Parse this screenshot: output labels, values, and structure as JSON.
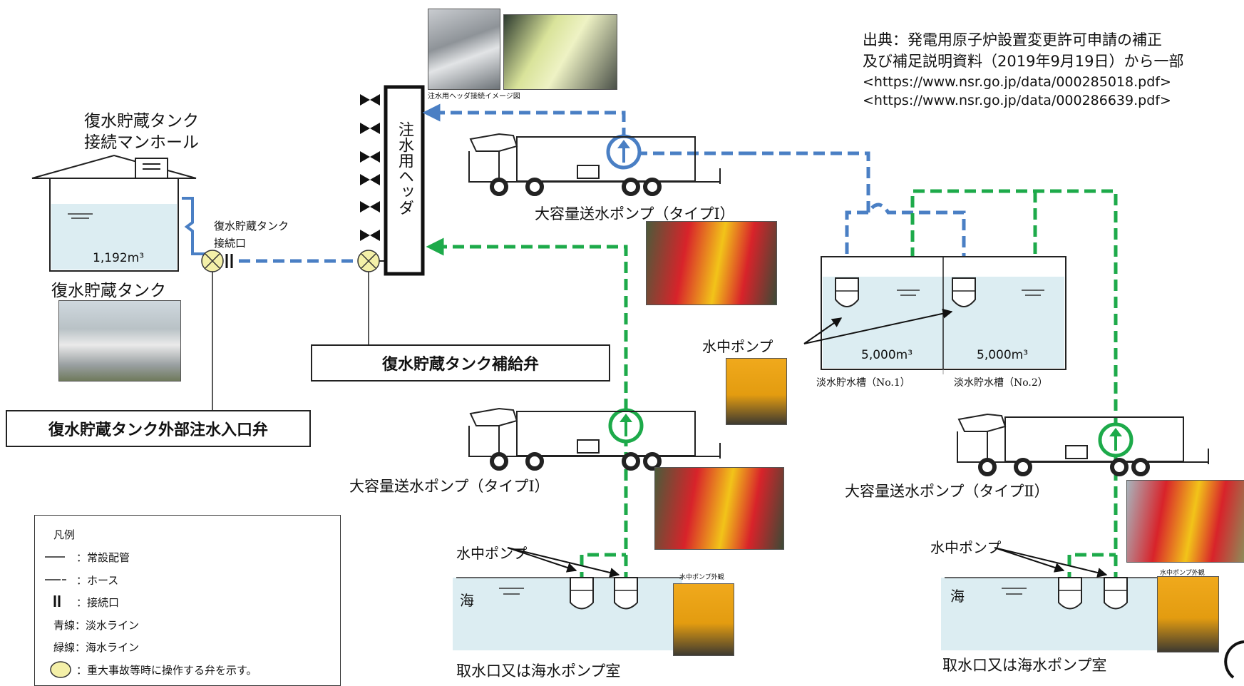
{
  "source": {
    "line1": "出典：発電用原子炉設置変更許可申請の補正",
    "line2": "及び補足説明資料（2019年9月19日）から一部",
    "url1": "<https://www.nsr.go.jp/data/000285018.pdf>",
    "url2": "<https://www.nsr.go.jp/data/000286639.pdf>"
  },
  "manhole_label_line1": "復水貯蔵タンク",
  "manhole_label_line2": "接続マンホール",
  "tank_volume": "1,192m³",
  "tank_label": "復水貯蔵タンク",
  "tank_conn_line1": "復水貯蔵タンク",
  "tank_conn_line2": "接続口",
  "header_vertical": "注水用ヘッダ",
  "header_photo_caption": "注水用ヘッダ接続イメージ図",
  "supply_valve_box": "復水貯蔵タンク補給弁",
  "inlet_valve_box": "復水貯蔵タンク外部注水入口弁",
  "pump_top_label": "大容量送水ポンプ（タイプⅠ）",
  "pump_mid_label": "大容量送水ポンプ（タイプⅠ）",
  "pump_right_label": "大容量送水ポンプ（タイプⅡ）",
  "underwater_pump_label": "水中ポンプ",
  "reservoir1_volume": "5,000m³",
  "reservoir2_volume": "5,000m³",
  "reservoir1_label": "淡水貯水槽（No.1）",
  "reservoir2_label": "淡水貯水槽（No.2）",
  "sea_left": {
    "pump_label": "水中ポンプ",
    "sea": "海",
    "caption": "取水口又は海水ポンプ室",
    "photo_caption": "水中ポンプ外観"
  },
  "sea_right": {
    "pump_label": "水中ポンプ",
    "sea": "海",
    "caption": "取水口又は海水ポンプ室",
    "photo_caption": "水中ポンプ外観"
  },
  "legend": {
    "title": "凡例",
    "items": [
      "：常設配管",
      "：ホース",
      "：接続口",
      "青線：淡水ライン",
      "緑線：海水ライン",
      "：重大事故等時に操作する弁を示す。"
    ]
  },
  "colors": {
    "blue_line": "#4a7fc4",
    "green_line": "#1daa4a",
    "water": "#dcedf2",
    "valve": "#f4f0a8"
  }
}
